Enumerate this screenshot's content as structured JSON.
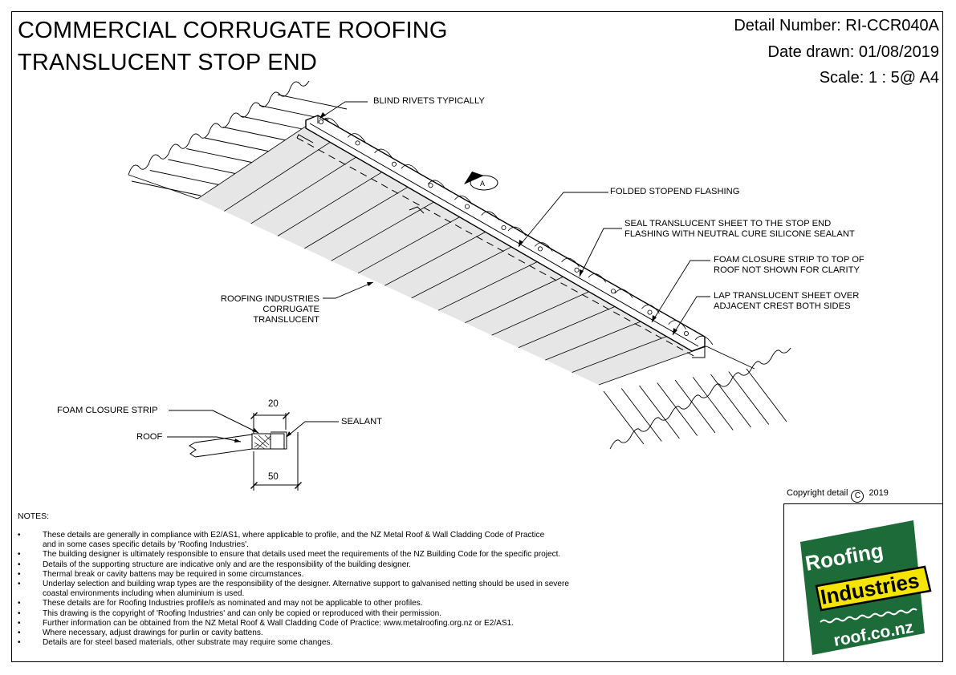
{
  "title": {
    "line1": "COMMERCIAL CORRUGATE ROOFING",
    "line2": "TRANSLUCENT STOP END"
  },
  "meta": {
    "detail_number": "Detail Number:  RI-CCR040A",
    "date_drawn": "Date drawn:  01/08/2019",
    "scale": "Scale:   1 : 5@ A4"
  },
  "callouts": {
    "blind_rivets": "BLIND RIVETS TYPICALLY",
    "folded_flashing": "FOLDED STOPEND FLASHING",
    "seal_line1": "SEAL TRANSLUCENT SHEET TO THE STOP END",
    "seal_line2": "FLASHING WITH NEUTRAL CURE SILICONE SEALANT",
    "foam_top_line1": "FOAM CLOSURE STRIP TO TOP OF",
    "foam_top_line2": "ROOF NOT SHOWN FOR CLARITY",
    "lap_line1": "LAP TRANSLUCENT SHEET OVER",
    "lap_line2": "ADJACENT CREST BOTH SIDES",
    "ri_line1": "ROOFING INDUSTRIES",
    "ri_line2": "CORRUGATE",
    "ri_line3": "TRANSLUCENT",
    "section_marker": "A"
  },
  "section": {
    "foam_closure_strip": "FOAM CLOSURE STRIP",
    "roof": "ROOF",
    "sealant": "SEALANT",
    "dim_top": "20",
    "dim_bottom": "50"
  },
  "notes": {
    "heading": "NOTES:",
    "items": [
      {
        "bullet": "•",
        "text": "These details are generally in compliance with E2/AS1, where applicable to profile, and the NZ Metal Roof & Wall Cladding Code of Practice"
      },
      {
        "bullet": "",
        "text": "and in some cases specific details by 'Roofing Industries'."
      },
      {
        "bullet": "•",
        "text": "The building designer is ultimately responsible to ensure that details used meet the requirements of the NZ Building Code for the specific project."
      },
      {
        "bullet": "•",
        "text": "Details of the supporting structure are indicative only and are the responsibility of the building designer."
      },
      {
        "bullet": "•",
        "text": "Thermal break or cavity battens may be required in some circumstances."
      },
      {
        "bullet": "•",
        "text": "Underlay selection and building wrap types are the responsibility of the designer. Alternative support to galvanised netting should be used in severe"
      },
      {
        "bullet": "",
        "text": "coastal environments including when aluminium is used."
      },
      {
        "bullet": "•",
        "text": "These details are for Roofing Industries profile/s as nominated and may not be applicable to other profiles."
      },
      {
        "bullet": "•",
        "text": "This drawing is the copyright of 'Roofing Industries' and can only be copied or reproduced with their permission."
      },
      {
        "bullet": "•",
        "text": "Further information can be obtained from the NZ Metal Roof & Wall Cladding Code of Practice:  www.metalroofing.org.nz or E2/AS1."
      },
      {
        "bullet": "•",
        "text": "Where necessary, adjust drawings for purlin or cavity battens."
      },
      {
        "bullet": "•",
        "text": "Details are for steel based materials, other substrate may require some changes."
      }
    ]
  },
  "copyright": {
    "label": "Copyright detail",
    "symbol": "C",
    "year": "2019"
  },
  "logo": {
    "word1": "Roofing",
    "word2": "Industries",
    "url": "roof.co.nz",
    "green": "#1e6b3a",
    "yellow": "#f5e300"
  }
}
